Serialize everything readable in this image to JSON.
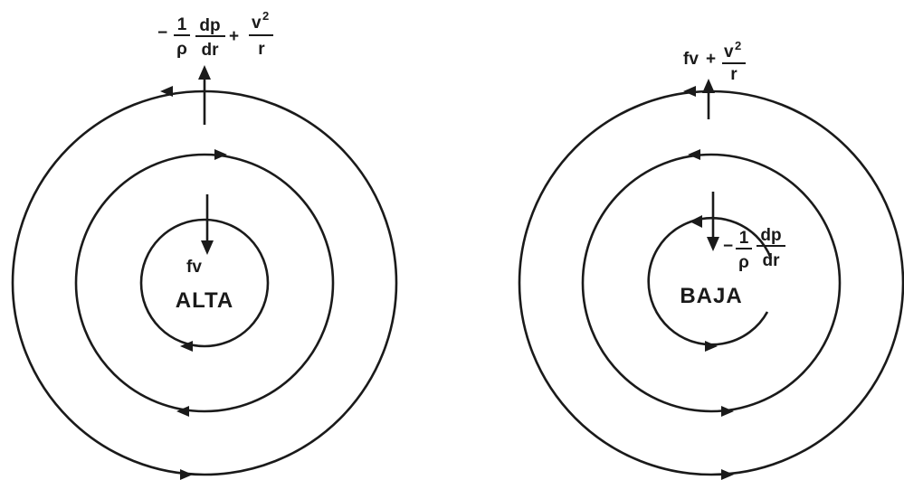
{
  "colors": {
    "ink": "#1a1a1a",
    "paper": "#ffffff"
  },
  "high": {
    "center_label": "ALTA",
    "inner_force": "fv",
    "outer_force": {
      "minus": "−",
      "one": "1",
      "rho": "ρ",
      "dp": "dp",
      "dr": "dr",
      "plus": "+",
      "v": "v",
      "sq": "2",
      "r": "r"
    }
  },
  "low": {
    "center_label": "BAJA",
    "outer_force": {
      "fv": "fv",
      "plus": "+",
      "v": "v",
      "sq": "2",
      "r": "r"
    },
    "inner_force": {
      "minus": "−",
      "one": "1",
      "rho": "ρ",
      "dp": "dp",
      "dr": "dr"
    }
  }
}
